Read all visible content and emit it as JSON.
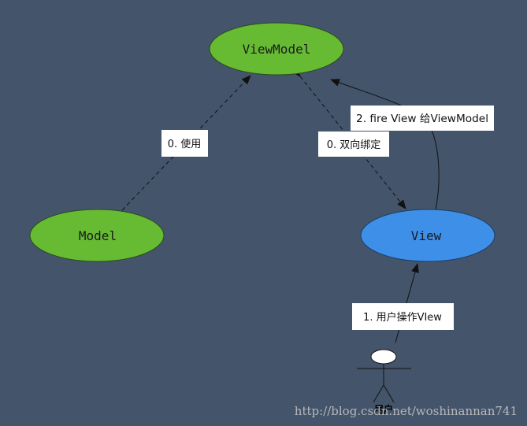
{
  "nodes": {
    "viewmodel": {
      "label": "ViewModel",
      "color": "#66bb33"
    },
    "model": {
      "label": "Model",
      "color": "#66bb33"
    },
    "view": {
      "label": "View",
      "color": "#3d8fe8"
    }
  },
  "edges": {
    "model_uses_viewmodel": {
      "label": "0. 使用"
    },
    "two_way_binding": {
      "label": "0. 双向绑定"
    },
    "fire_view": {
      "label": "2. fire View 给ViewModel"
    },
    "user_operates_view": {
      "label": "1. 用户操作VIew"
    }
  },
  "actor": {
    "label": "用户"
  },
  "watermark": {
    "text": "http://blog.csdn.net/woshinannan741"
  },
  "colors": {
    "background": "#44546a",
    "edge": "#111111",
    "label_box": "#ffffff"
  }
}
